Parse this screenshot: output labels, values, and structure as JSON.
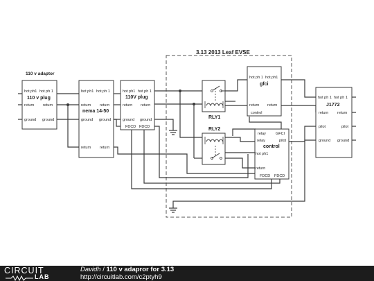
{
  "diagram": {
    "adaptor_label": "110 v adaptor",
    "leaf_label": "3.13 2013 Leaf EVSE",
    "plug110": {
      "title": "110 v plug",
      "hot1": "hot ph1",
      "hot2": "hot ph 1",
      "ret_l": "return",
      "ret_r": "return",
      "gnd_l": "ground",
      "gnd_r": "ground"
    },
    "nema": {
      "title": "nema 14-50",
      "hot1": "hot ph1",
      "hot2": "hot ph 1",
      "ret_l": "return",
      "ret_r": "return",
      "gnd_l": "ground",
      "gnd_r": "ground",
      "ret2_l": "return",
      "ret2_r": "return"
    },
    "plug110v": {
      "title": "110V plug",
      "hot1": "hot ph1",
      "hot2": "hot ph 1",
      "ret_l": "return",
      "ret_r": "return",
      "gnd_l": "ground",
      "gnd_r": "ground",
      "fdcd1": "FDCD",
      "fdcd2": "FDCD"
    },
    "rly1": "RLY1",
    "rly2": "RLY2",
    "gfci": {
      "title": "gfci",
      "hot1": "hot ph 1",
      "hot2": "hot ph1",
      "ret_l": "return",
      "ret_r": "return",
      "control": "control"
    },
    "control": {
      "title": "control",
      "relay1": "relay",
      "gfci": "GFCI",
      "relay2": "relay",
      "pilot": "pilot",
      "hot": "hot ph1",
      "ret": "return",
      "fdcd1": "FDCD",
      "fdcd2": "FDCD"
    },
    "j1772": {
      "title": "J1772",
      "hot1": "hot ph 1",
      "hot2": "hot ph 1",
      "ret_l": "return",
      "ret_r": "return",
      "pilot_l": "pilot",
      "pilot_r": "pilot",
      "gnd_l": "ground",
      "gnd_r": "ground"
    }
  },
  "footer": {
    "logo_top": "CIRCUIT",
    "logo_bottom": "LAB",
    "author": "Davidh",
    "separator": "/",
    "title": "110 v adapror for 3.13",
    "url": "http://circuitlab.com/c2ptyh9"
  }
}
